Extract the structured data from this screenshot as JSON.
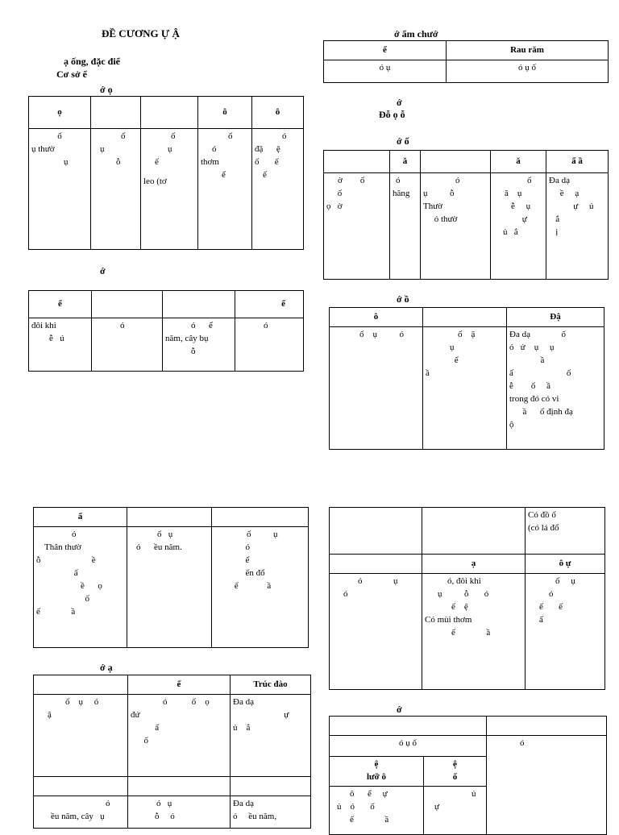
{
  "left_col": {
    "title": "ĐỀ CƯƠNG     Ự     Ậ",
    "line1": "ạ       ống, đặc điể",
    "line2": "Cơ sở          ể",
    "label1": "ớ       ọ",
    "t1": {
      "header": [
        "ọ",
        "",
        "",
        "ô",
        "ô"
      ],
      "cells": [
        [
          "ố",
          "ụ thườ",
          "",
          "ụ"
        ],
        [
          "ố",
          "ụ",
          "ỗ"
        ],
        [
          "ố",
          "ụ",
          "ế",
          "",
          "leo (tơ"
        ],
        [
          "ố",
          "ó",
          "",
          "",
          "thơm",
          "ể"
        ],
        [
          "ó",
          "",
          "",
          "đặ      ệ",
          "",
          "ố       ế",
          "",
          "ế"
        ]
      ]
    },
    "label2": "ớ",
    "t2": {
      "header": [
        "ể",
        "",
        "",
        "ể"
      ],
      "cells": [
        [
          "",
          "đôi khi",
          "ễ   ú"
        ],
        [
          "ó"
        ],
        [
          "ó      ể",
          "năm, cây bụ",
          "ỗ"
        ],
        [
          "ó"
        ]
      ]
    }
  },
  "right_col": {
    "label_top": "ớ       ẩm chướ",
    "t3": {
      "header": [
        "ể",
        "Rau răm"
      ],
      "cells": [
        "ó        ụ",
        "ó   ụ                 ố"
      ]
    },
    "label_mid1": "ớ",
    "label_mid2": "Đỗ    ọ                ỗ",
    "label3": "ớ      ố",
    "t4": {
      "header": [
        "",
        "ă",
        "",
        "ă",
        "ẩ       ầ"
      ],
      "cells": [
        [
          "",
          "ờ        ố",
          "     ố",
          "ọ   ờ"
        ],
        [
          "",
          "ó",
          "",
          "",
          "hăng"
        ],
        [
          "ó",
          "ụ          ỗ",
          "",
          "Thườ",
          "",
          "     ó thườ"
        ],
        [
          "ố",
          "ă    ụ",
          "",
          "ễ     ụ",
          "     ự",
          "ủ   ắ"
        ],
        [
          "Đa dạ",
          "     ề     ạ",
          "           ự     ủ",
          "   ắ",
          "   ị"
        ]
      ]
    },
    "label4": "ớ           ồ",
    "t5": {
      "header": [
        "ô",
        "",
        "Đậ"
      ],
      "cells": [
        [
          "ố    ụ          ó"
        ],
        [
          "ố    ặ",
          "ụ",
          "",
          "             ể",
          "ầ"
        ],
        [
          "Đa dạ              ố",
          "ó   ử    ụ     ụ",
          "              ầ",
          "ấ                        ố",
          "",
          "ễ        ố     ầ",
          "trong đó có vi",
          "      ầ      ố định đạ",
          "ộ"
        ]
      ]
    }
  },
  "bottom_left": {
    "t6": {
      "header": [
        "ẩ",
        "",
        ""
      ],
      "cells": [
        [
          "ó",
          "Thân thườ",
          "ỗ                       ề",
          "                 ấ",
          "                    ề      ọ",
          "                      ố",
          "ế              ầ"
        ],
        [
          "ố   ụ",
          "",
          "ó      ều năm."
        ],
        [
          "ố          ụ",
          "              ó",
          "",
          "              ể",
          "              ến đổ",
          "         ế             ầ"
        ]
      ]
    },
    "label5": "ớ       ạ",
    "t7": {
      "header": [
        "",
        "ể",
        "Trúc đào"
      ],
      "cells1": [
        [
          "ố    ụ     ó",
          "ặ"
        ],
        [
          "ó           ố    ọ",
          "đứ",
          "           ấ",
          "",
          "      ố"
        ],
        [
          "Đa dạ",
          "                       ự",
          "ủ    ắ"
        ]
      ],
      "cells2": [
        [
          "ó",
          "ều năm, cây   ụ"
        ],
        [
          "ó   ụ",
          "ỗ     ó"
        ],
        [
          "Đa dạ",
          "ó     ều năm,"
        ]
      ]
    }
  },
  "bottom_right": {
    "t8": {
      "row1": [
        "",
        "",
        "Có đồ        ố\n(có lá đổ"
      ],
      "row2": [
        "",
        "ạ",
        "ô         ự"
      ],
      "row3": [
        [
          "ó              ụ",
          "ó"
        ],
        [
          "ó, đôi khi",
          "ụ          ỗ       ó",
          "",
          "            ế    ệ",
          "",
          "",
          "Có mùi thơm",
          "            ế              ầ"
        ],
        [
          "ố     ụ",
          "ó",
          "",
          "",
          "",
          "",
          "ế       ế",
          "ấ"
        ]
      ]
    },
    "label6": "ớ",
    "t9": {
      "row1": [
        "",
        ""
      ],
      "row2": [
        "ó    ụ               ố",
        "ó"
      ],
      "row3": [
        "ệ\nlưỡ      ô",
        "ệ\nố"
      ],
      "row4": [
        [
          "ô      ể     ự",
          "ủ    ó       ố",
          "ế              ầ"
        ],
        [
          "ủ",
          "",
          "ự"
        ]
      ]
    }
  }
}
